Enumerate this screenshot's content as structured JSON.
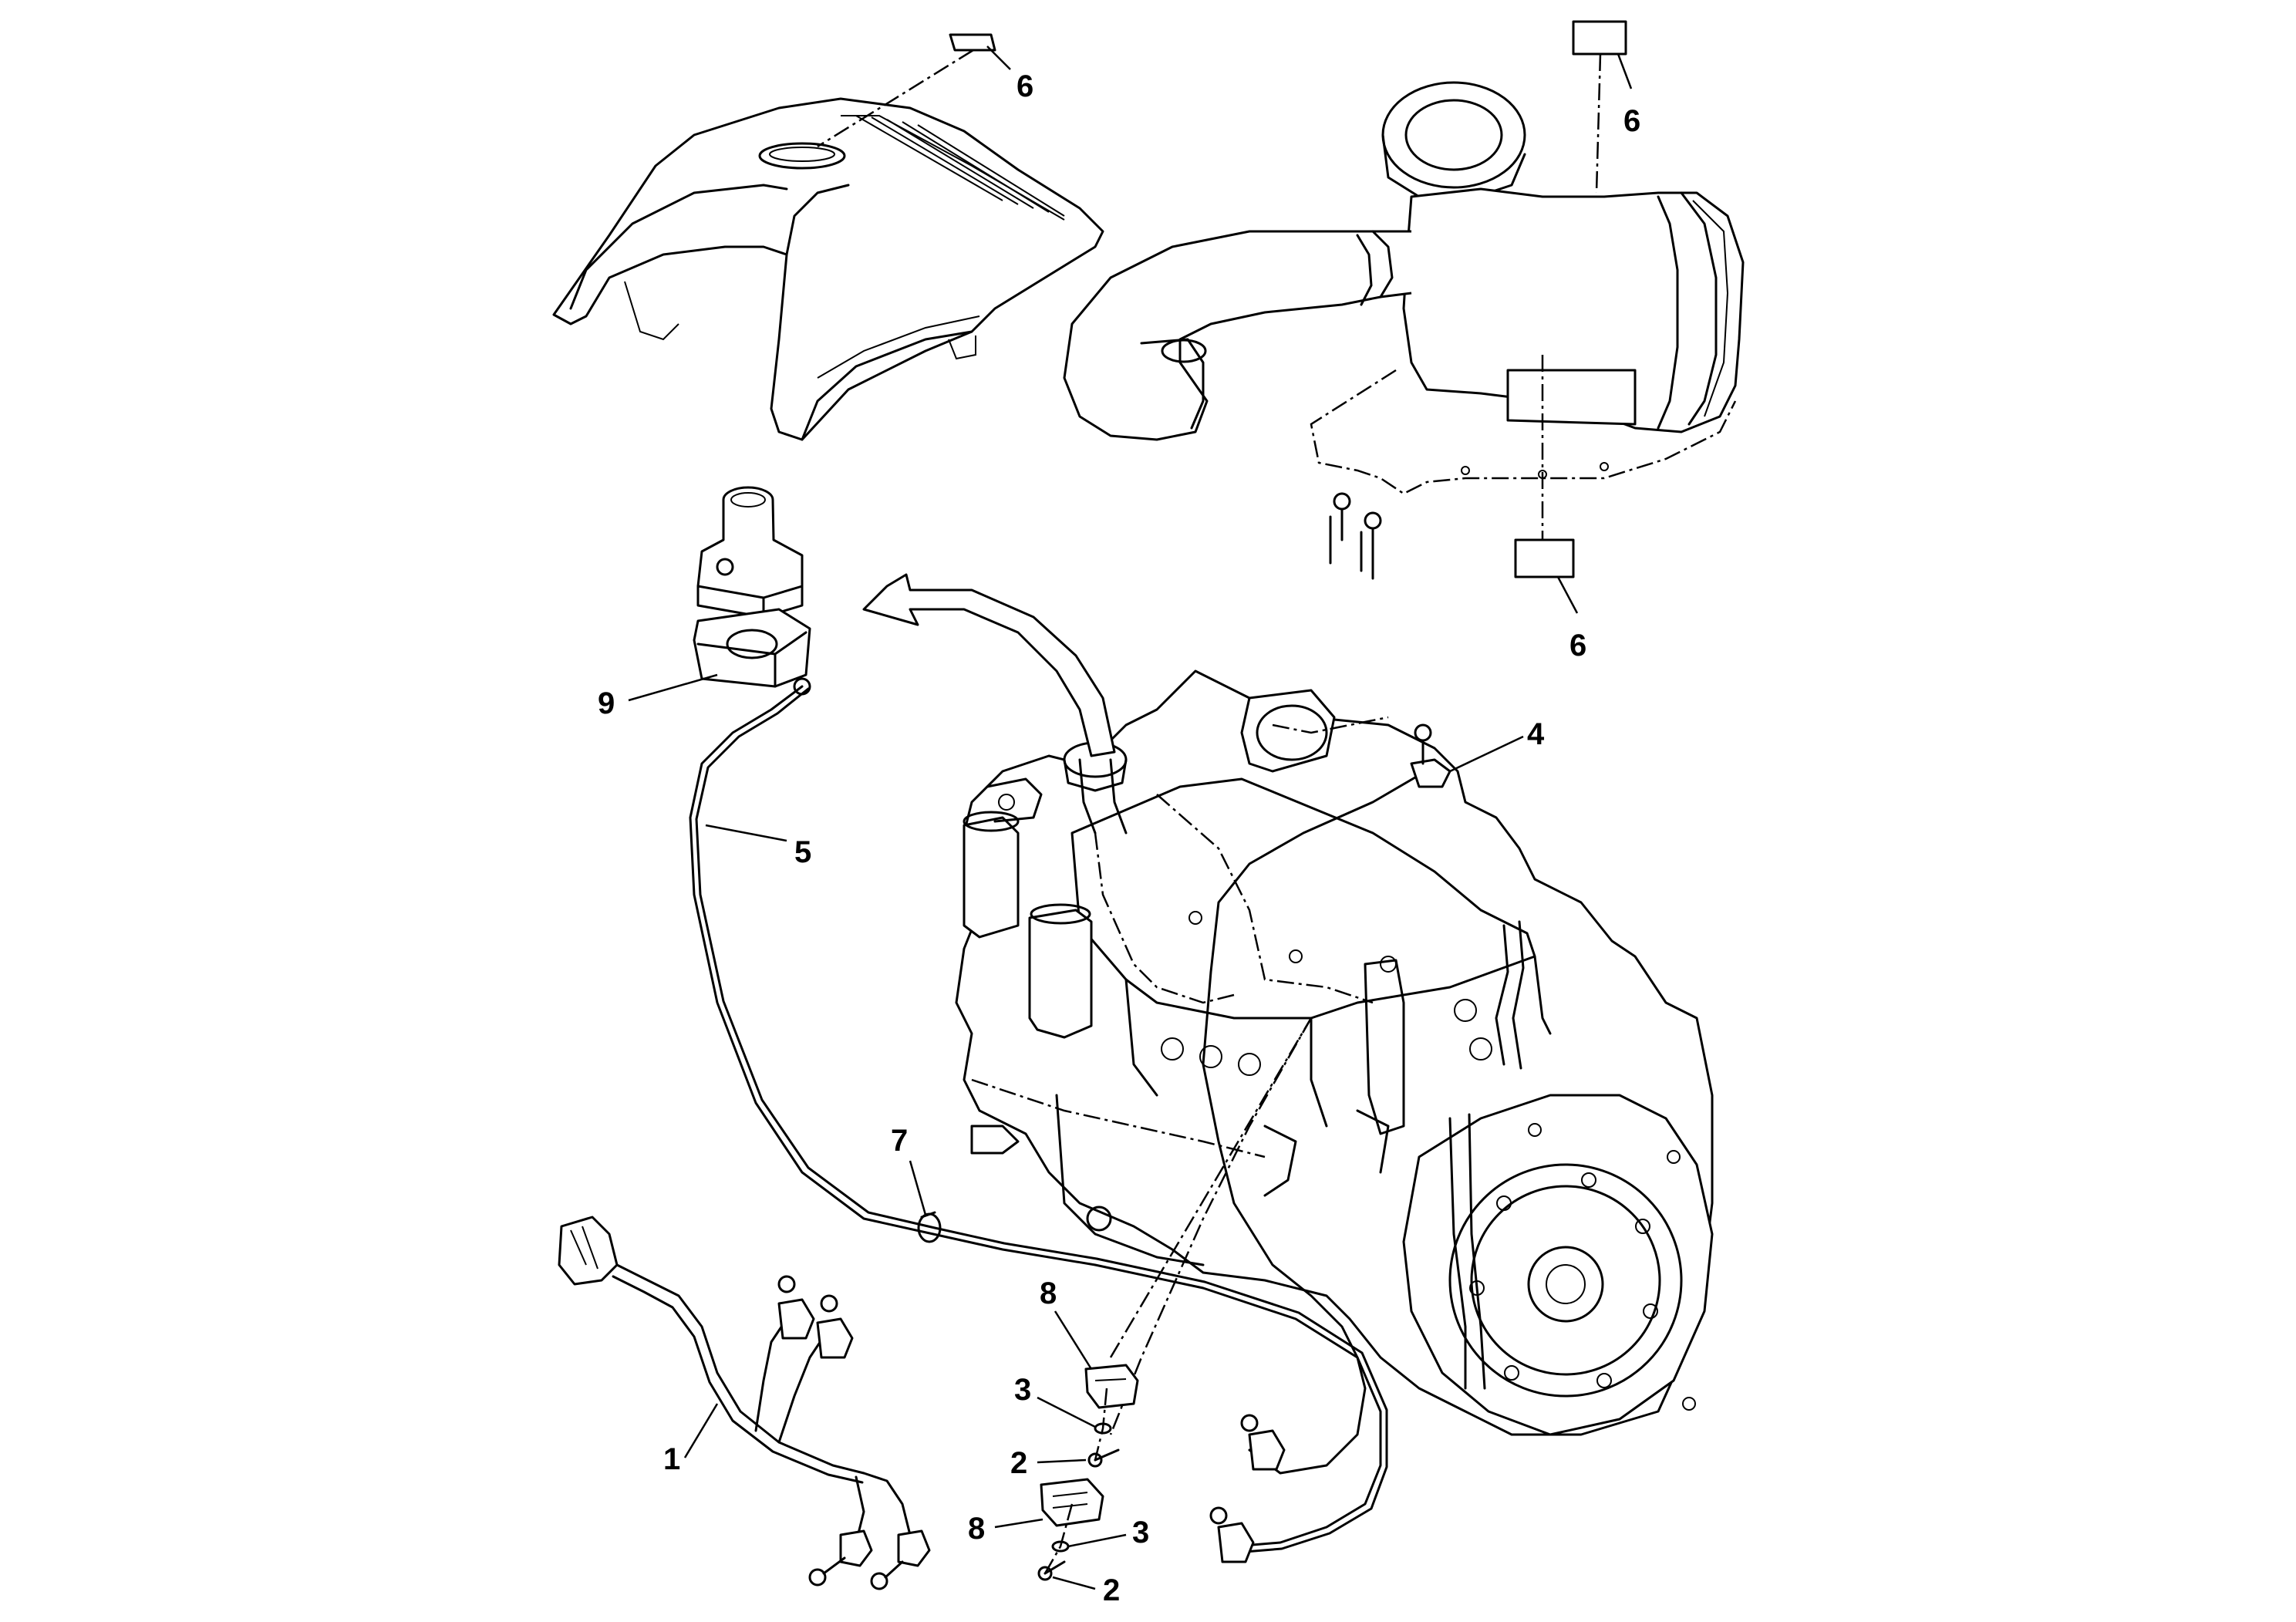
{
  "callouts": [
    {
      "id": "c6a",
      "text": "6"
    },
    {
      "id": "c6b",
      "text": "6"
    },
    {
      "id": "c6c",
      "text": "6"
    },
    {
      "id": "c9",
      "text": "9"
    },
    {
      "id": "c4",
      "text": "4"
    },
    {
      "id": "c5",
      "text": "5"
    },
    {
      "id": "c7",
      "text": "7"
    },
    {
      "id": "c8a",
      "text": "8"
    },
    {
      "id": "c3a",
      "text": "3"
    },
    {
      "id": "c2a",
      "text": "2"
    },
    {
      "id": "c1",
      "text": "1"
    },
    {
      "id": "c8b",
      "text": "8"
    },
    {
      "id": "c3b",
      "text": "3"
    },
    {
      "id": "c2b",
      "text": "2"
    }
  ],
  "colors": {
    "line": "#000000",
    "background": "#ffffff"
  }
}
